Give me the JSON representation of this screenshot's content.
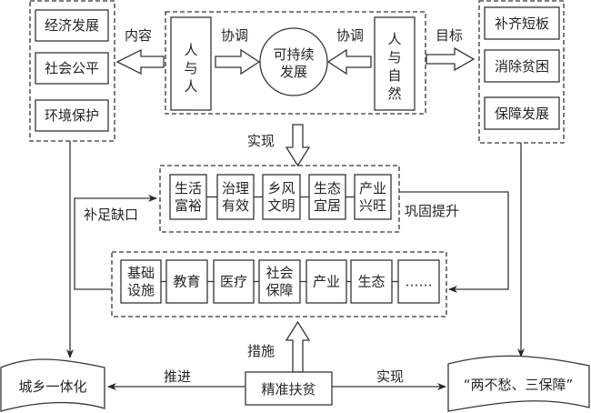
{
  "diagram": {
    "left_group": {
      "label": "内容",
      "items": [
        "经济发展",
        "社会公平",
        "环境保护"
      ]
    },
    "center_group": {
      "left_node": [
        "人",
        "与",
        "人"
      ],
      "right_node": [
        "人",
        "与",
        "自",
        "然"
      ],
      "core": [
        "可持续",
        "发展"
      ],
      "left_link_label": "协调",
      "right_link_label": "协调"
    },
    "right_group": {
      "label": "目标",
      "items": [
        "补齐短板",
        "消除贫困",
        "保障发展"
      ]
    },
    "realize_label": "实现",
    "goals_row": {
      "items": [
        [
          "生活",
          "富裕"
        ],
        [
          "治理",
          "有效"
        ],
        [
          "乡风",
          "文明"
        ],
        [
          "生态",
          "宜居"
        ],
        [
          "产业",
          "兴旺"
        ]
      ]
    },
    "fill_gap_label": "补足缺口",
    "consolidate_label": "巩固提升",
    "measures_row": {
      "items": [
        [
          "基础",
          "设施"
        ],
        [
          "教育"
        ],
        [
          "医疗"
        ],
        [
          "社会",
          "保障"
        ],
        [
          "产业"
        ],
        [
          "生态"
        ],
        [
          "……"
        ]
      ]
    },
    "measures_label": "措施",
    "bottom": {
      "left_banner": "城乡一体化",
      "center_box": "精准扶贫",
      "right_banner": "“两不愁、三保障”",
      "left_link_label": "推进",
      "right_link_label": "实现"
    }
  }
}
